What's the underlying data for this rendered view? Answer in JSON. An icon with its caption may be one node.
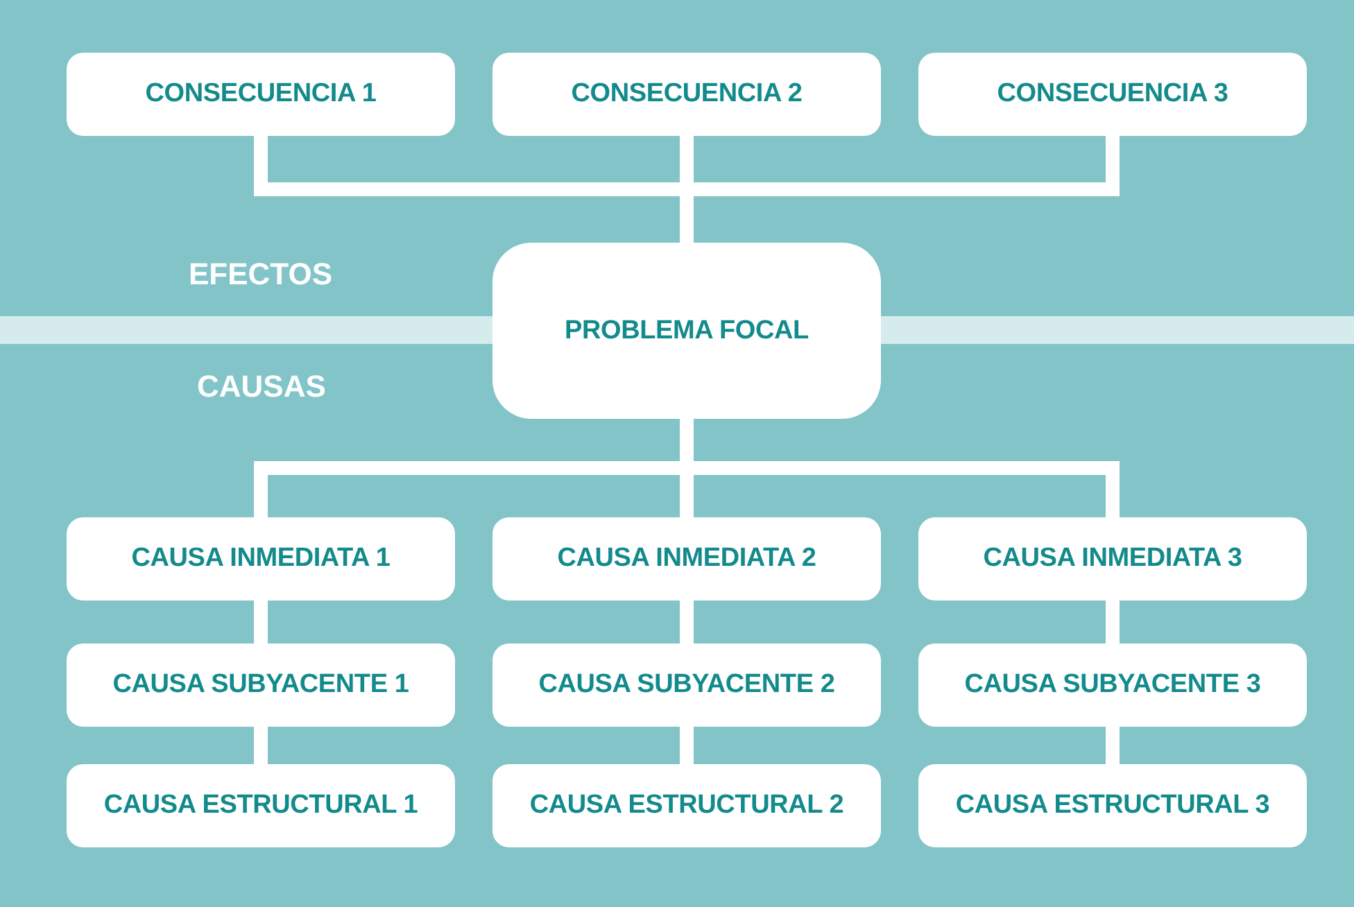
{
  "diagram": {
    "nodes": [
      {
        "text": [
          "CONSECUENCIA 1"
        ]
      },
      {
        "text": [
          "CONSECUENCIA 2"
        ]
      },
      {
        "text": [
          "CONSECUENCIA 3"
        ]
      },
      {
        "text": [
          "PROBLEMA FOCAL"
        ]
      },
      {
        "text": [
          "CAUSA INMEDIATA 1"
        ]
      },
      {
        "text": [
          "CAUSA INMEDIATA 2"
        ]
      },
      {
        "text": [
          "CAUSA INMEDIATA 3"
        ]
      },
      {
        "text": [
          "CAUSA SUBYACENTE 1"
        ]
      },
      {
        "text": [
          "CAUSA SUBYACENTE 2"
        ]
      },
      {
        "text": [
          "CAUSA SUBYACENTE 3"
        ]
      },
      {
        "text": [
          "CAUSA ESTRUCTURAL 1"
        ]
      },
      {
        "text": [
          "CAUSA ESTRUCTURAL 2"
        ]
      },
      {
        "text": [
          "CAUSA ESTRUCTURAL 3"
        ]
      }
    ],
    "edges": [
      {
        "from": 3,
        "to": 0,
        "arrow": "none"
      },
      {
        "from": 3,
        "to": 1,
        "arrow": "none"
      },
      {
        "from": 3,
        "to": 2,
        "arrow": "none"
      },
      {
        "from": 3,
        "to": 4,
        "arrow": "none"
      },
      {
        "from": 3,
        "to": 5,
        "arrow": "none"
      },
      {
        "from": 3,
        "to": 6,
        "arrow": "none"
      },
      {
        "from": 4,
        "to": 7,
        "arrow": "none"
      },
      {
        "from": 5,
        "to": 8,
        "arrow": "none"
      },
      {
        "from": 6,
        "to": 9,
        "arrow": "none"
      },
      {
        "from": 7,
        "to": 10,
        "arrow": "none"
      },
      {
        "from": 8,
        "to": 11,
        "arrow": "none"
      },
      {
        "from": 9,
        "to": 12,
        "arrow": "none"
      }
    ],
    "labels": [
      "EFECTOS",
      "CAUSAS"
    ]
  }
}
